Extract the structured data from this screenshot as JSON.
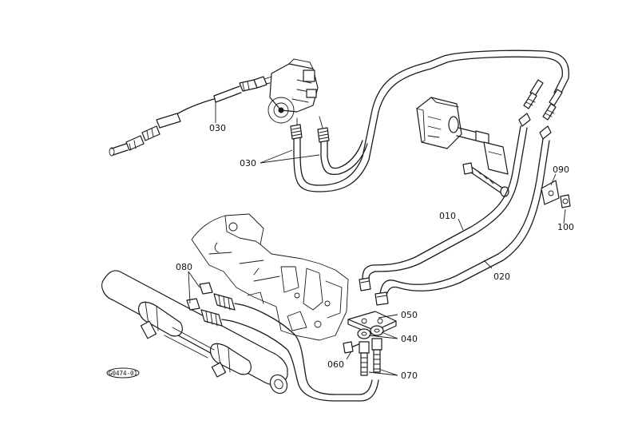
{
  "callouts": {
    "p010": "010",
    "p020": "020",
    "p030a": "030",
    "p030b": "030",
    "p040": "040",
    "p050": "050",
    "p060": "060",
    "p070": "070",
    "p080": "080",
    "p090": "090",
    "p100": "100"
  },
  "drawing_code": "G0474-01"
}
